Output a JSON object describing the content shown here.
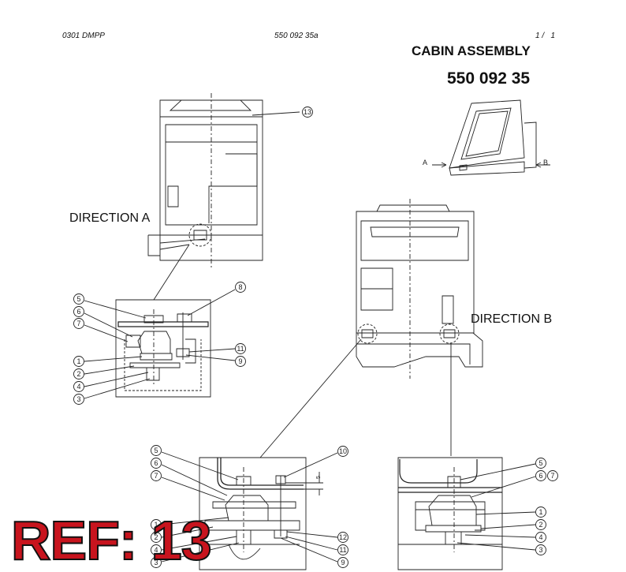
{
  "header": {
    "doc_code": "0301 DMPP",
    "doc_number": "550 092 35a",
    "page_current": "1",
    "page_sep": "/",
    "page_total": "1"
  },
  "title": {
    "name": "CABIN ASSEMBLY",
    "part_number": "550 092 35"
  },
  "views": {
    "direction_a": "DIRECTION A",
    "direction_b": "DIRECTION B",
    "arrow_a": "A",
    "arrow_b": "B",
    "dim_5": "5"
  },
  "callouts": {
    "overview": [
      "13"
    ],
    "detail_a": [
      "5",
      "6",
      "7",
      "1",
      "2",
      "4",
      "3",
      "8",
      "11",
      "9"
    ],
    "detail_b_left": [
      "5",
      "6",
      "7",
      "1",
      "2",
      "4",
      "3",
      "10",
      "12",
      "11",
      "9"
    ],
    "detail_b_right": [
      "5",
      "6",
      "7",
      "1",
      "2",
      "4",
      "3"
    ]
  },
  "stamp": {
    "text": "REF: 13",
    "color": "#c8141e"
  }
}
